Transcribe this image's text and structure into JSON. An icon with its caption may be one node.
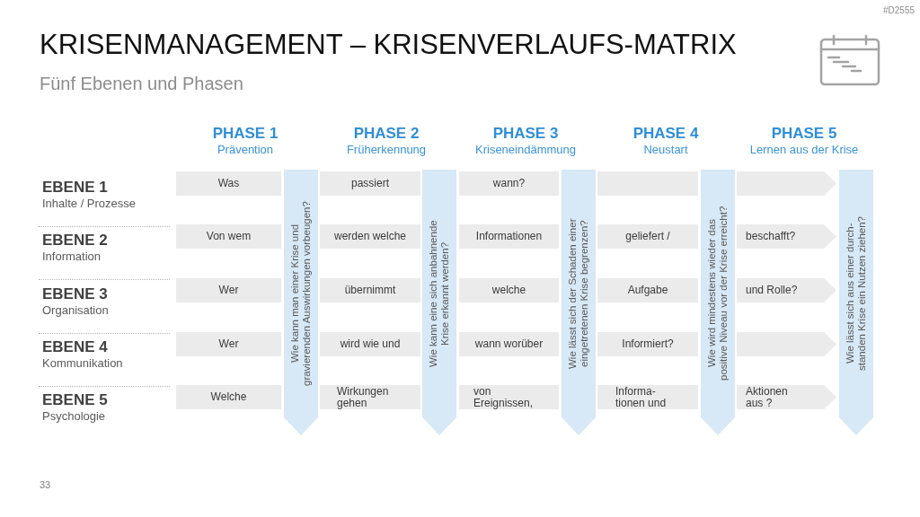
{
  "diagram": {
    "title": "KRISENMANAGEMENT – KRISENVERLAUFS-MATRIX",
    "nodes": [
      {
        "text": [
          "Was"
        ]
      },
      {
        "text": [
          "passiert"
        ]
      },
      {
        "text": [
          "wann?"
        ]
      },
      {
        "text": [],
        "shape": "box"
      },
      {
        "text": [],
        "shape": "arrow"
      },
      {
        "text": [
          "Von wem"
        ]
      },
      {
        "text": [
          "werden welche"
        ]
      },
      {
        "text": [
          "Informationen"
        ]
      },
      {
        "text": [
          "geliefert /"
        ]
      },
      {
        "text": [
          "beschafft?"
        ]
      },
      {
        "text": [
          "Wer"
        ]
      },
      {
        "text": [
          "übernimmt"
        ]
      },
      {
        "text": [
          "welche"
        ]
      },
      {
        "text": [
          "Aufgabe"
        ]
      },
      {
        "text": [
          "und Rolle?"
        ]
      },
      {
        "text": [
          "Wer"
        ]
      },
      {
        "text": [
          "wird wie und"
        ]
      },
      {
        "text": [
          "wann worüber"
        ]
      },
      {
        "text": [
          "Informiert?"
        ]
      },
      {
        "text": [],
        "shape": "arrow"
      },
      {
        "text": [
          "Welche"
        ]
      },
      {
        "text": [
          "Wirkungen gehen"
        ]
      },
      {
        "text": [
          "von Ereignissen,"
        ]
      },
      {
        "text": [
          "Informa- tionen und"
        ]
      },
      {
        "text": [
          "Aktionen aus ?"
        ]
      },
      {
        "text": [
          "Wie kann man einer Krise und gravierenden Auswirkungen vorbeugen?"
        ]
      },
      {
        "text": [
          "Wie kann eine sich anbahnende Krise erkannt werden?"
        ]
      },
      {
        "text": [
          "Wie lässt sich der Schaden einer eingetretenen Krise begrenzen?"
        ]
      },
      {
        "text": [
          "Wie wird mindestens wieder das positive Niveau vor der Krise erreicht?"
        ]
      },
      {
        "text": [
          "Wie lässt sich aus einer durch- standen Krise ein Nutzen ziehen?"
        ]
      }
    ],
    "labels": [
      "#D2555",
      "Fünf Ebenen und Phasen",
      "PHASE 1",
      "Prävention",
      "PHASE 2",
      "Früherkennung",
      "PHASE 3",
      "Kriseneindämmung",
      "PHASE 4",
      "Neustart",
      "PHASE 5",
      "Lernen aus der Krise",
      "EBENE 1",
      "Inhalte / Prozesse",
      "EBENE 2",
      "Information",
      "EBENE 3",
      "Organisation",
      "EBENE 4",
      "Kommunikation",
      "EBENE 5",
      "Psychologie",
      "33"
    ]
  }
}
